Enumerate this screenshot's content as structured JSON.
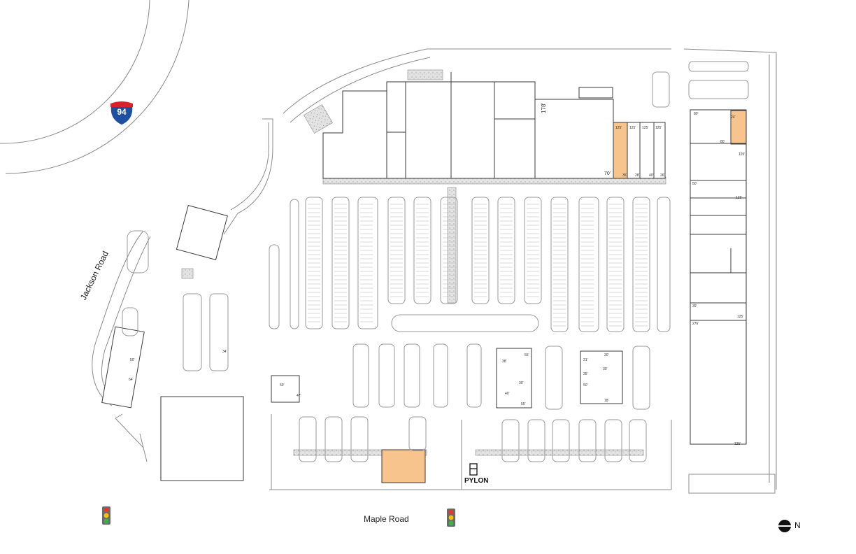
{
  "map": {
    "roads": {
      "jackson": "Jackson Road",
      "maple": "Maple Road"
    },
    "highway_shield": {
      "number": "94",
      "icon": "interstate-shield-icon"
    },
    "pylon_label": "PYLON",
    "north_label": "N",
    "colors": {
      "highlight": "#f6c48c",
      "lines": "#9a9a9a",
      "building_outline": "#3a3a3a",
      "landscape": "#d9d9d9"
    },
    "dimensions": {
      "main_store_width": "178'",
      "anchor_depth": "70'",
      "suite_depths": [
        "125'",
        "125'",
        "125'",
        "125'"
      ],
      "suite_widths": [
        "35'",
        "28'",
        "40'",
        "26'"
      ],
      "east_strip_depths": [
        "125'",
        "125'",
        "125'",
        "125'"
      ],
      "east_strip_widths": [
        "80'",
        "24'",
        "80'",
        "50'",
        "39'",
        "276'"
      ],
      "outlot_center": [
        "38'",
        "55'",
        "30'",
        "40'",
        "55'"
      ],
      "outlot_right": [
        "21'",
        "20'",
        "25'",
        "30'",
        "50'",
        "18'"
      ],
      "west_small": [
        "59'",
        "47'"
      ],
      "west_bank": [
        "50'",
        "64'"
      ],
      "west_narrow": "34'"
    }
  }
}
